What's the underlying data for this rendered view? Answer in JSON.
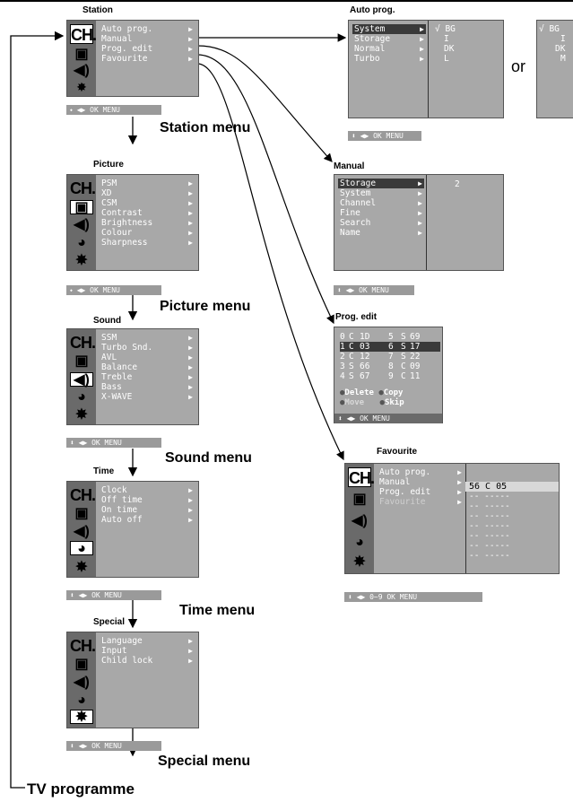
{
  "station": {
    "title": "Station",
    "items": [
      "Auto prog.",
      "Manual",
      "Prog. edit",
      "Favourite"
    ],
    "bar": "⬩ ◀▶ OK MENU",
    "caption": "Station menu"
  },
  "picture": {
    "title": "Picture",
    "items": [
      "PSM",
      "XD",
      "CSM",
      "Contrast",
      "Brightness",
      "Colour",
      "Sharpness"
    ],
    "bar": "⬩ ◀▶ OK MENU",
    "caption": "Picture menu"
  },
  "sound": {
    "title": "Sound",
    "items": [
      "SSM",
      "Turbo Snd.",
      "AVL",
      "Balance",
      "Treble",
      "Bass",
      "X-WAVE"
    ],
    "bar": "⬍ ◀▶ OK MENU",
    "caption": "Sound menu"
  },
  "time": {
    "title": "Time",
    "items": [
      "Clock",
      "Off time",
      "On time",
      "Auto off"
    ],
    "bar": "⬍ ◀▶ OK MENU",
    "caption": "Time menu"
  },
  "special": {
    "title": "Special",
    "items": [
      "Language",
      "Input",
      "Child lock"
    ],
    "bar": "⬍ ◀▶ OK MENU",
    "caption": "Special menu"
  },
  "tv_programme": "TV programme",
  "autoprog": {
    "title": "Auto prog.",
    "items": [
      "System",
      "Storage",
      "Normal",
      "Turbo"
    ],
    "systems": [
      "√ BG",
      "I",
      "DK",
      "L"
    ],
    "bar": "⬍ ◀▶ OK MENU",
    "or_label": "or",
    "alt_systems": [
      "√ BG",
      "I",
      "DK",
      "M"
    ]
  },
  "manual": {
    "title": "Manual",
    "items": [
      "Storage",
      "System",
      "Channel",
      "Fine",
      "Search",
      "Name"
    ],
    "storage_value": "2",
    "bar": "⬍ ◀▶ OK MENU"
  },
  "progedit": {
    "title": "Prog. edit",
    "rows": [
      [
        "0",
        "C",
        "1D",
        "5",
        "S",
        "69"
      ],
      [
        "1",
        "C",
        "03",
        "6",
        "S",
        "17"
      ],
      [
        "2",
        "C",
        "12",
        "7",
        "S",
        "22"
      ],
      [
        "3",
        "S",
        "66",
        "8",
        "C",
        "09"
      ],
      [
        "4",
        "S",
        "67",
        "9",
        "C",
        "11"
      ]
    ],
    "actions": [
      "Delete",
      "Copy",
      "Move",
      "Skip"
    ],
    "bar": "⬍ ◀▶ OK MENU"
  },
  "favourite": {
    "title": "Favourite",
    "items": [
      "Auto prog.",
      "Manual",
      "Prog. edit",
      "Favourite"
    ],
    "first_entry": "56  C  05",
    "empty_entry": "-- -----",
    "bar": "⬍ ◀▶ 0~9 OK MENU"
  },
  "icons": [
    "ch-icon",
    "tv-picture-icon",
    "speaker-icon",
    "clock-icon",
    "special-star-icon"
  ],
  "colors": {
    "osd_bg": "#a8a8a8",
    "sidebar": "#6a6a6a",
    "highlight": "#3a3a3a"
  }
}
